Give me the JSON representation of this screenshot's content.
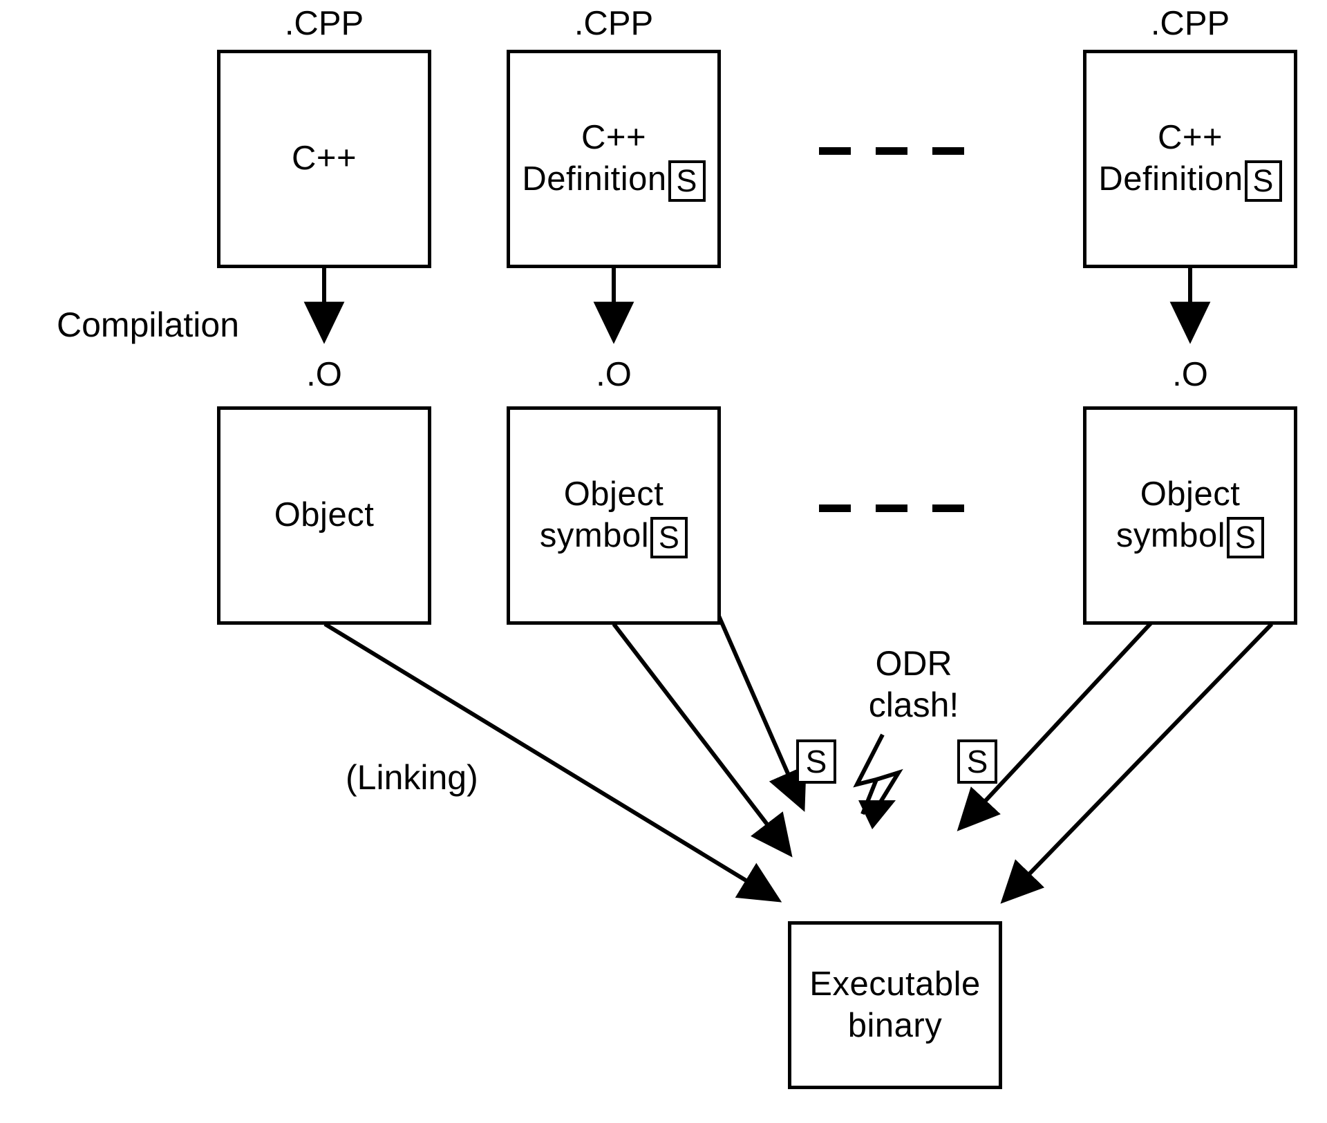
{
  "diagram": {
    "title": "C++ compilation and linking with ODR clash",
    "labels": {
      "compilation": "Compilation",
      "linking": "(Linking)",
      "odr_line1": "ODR",
      "odr_line2": "clash!"
    },
    "caps": {
      "cpp": ".CPP",
      "obj": ".O"
    },
    "symbol_letter": "S",
    "source_row": [
      {
        "cap": ".CPP",
        "line1": "C++",
        "line2": "",
        "symbol": null
      },
      {
        "cap": ".CPP",
        "line1": "C++",
        "line2": "Definition",
        "symbol": "S"
      },
      {
        "cap": ".CPP",
        "line1": "C++",
        "line2": "Definition",
        "symbol": "S"
      }
    ],
    "object_row": [
      {
        "cap": ".O",
        "line1": "Object",
        "line2": "",
        "symbol": null
      },
      {
        "cap": ".O",
        "line1": "Object",
        "line2": "symbol",
        "symbol": "S"
      },
      {
        "cap": ".O",
        "line1": "Object",
        "line2": "symbol",
        "symbol": "S"
      }
    ],
    "clash_chips": [
      "S",
      "S"
    ],
    "output": {
      "line1": "Executable",
      "line2": "binary"
    },
    "colors": {
      "stroke": "#000000",
      "background": "#ffffff"
    }
  }
}
